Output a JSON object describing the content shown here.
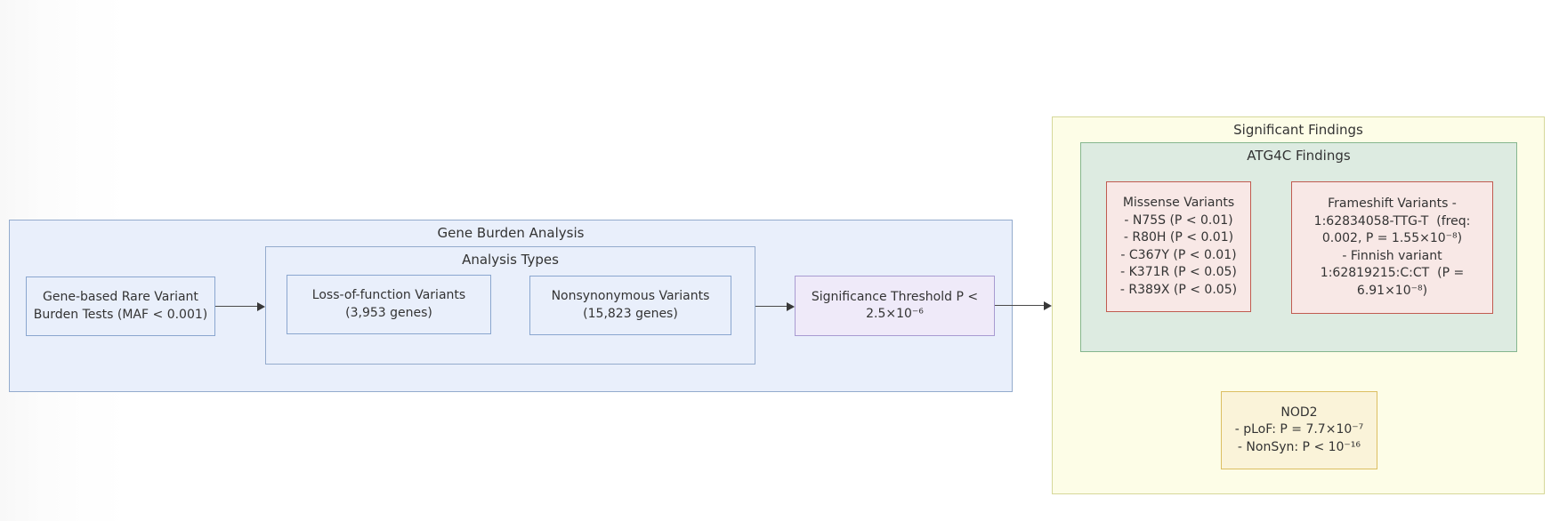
{
  "diagram": {
    "gene_burden": {
      "label": "Gene Burden Analysis",
      "gene_node": {
        "lines": [
          "Gene-based Rare Variant",
          "Burden Tests (MAF < 0.001)"
        ]
      },
      "analysis_types": {
        "label": "Analysis Types",
        "lof_node": {
          "lines": [
            "Loss-of-function Variants",
            "(3,953 genes)"
          ]
        },
        "nonsyn_node": {
          "lines": [
            "Nonsynonymous Variants",
            "(15,823 genes)"
          ]
        }
      },
      "threshold_node": {
        "lines": [
          "Significance Threshold P <",
          "2.5×10⁻⁶"
        ]
      }
    },
    "significant_findings": {
      "label": "Significant Findings",
      "atg4c": {
        "label": "ATG4C Findings",
        "missense_node": {
          "lines": [
            "Missense Variants",
            "- N75S (P < 0.01)",
            "- R80H (P < 0.01)",
            "- C367Y (P < 0.01)",
            "- K371R (P < 0.05)",
            "- R389X (P < 0.05)"
          ]
        },
        "frameshift_node": {
          "lines": [
            "Frameshift Variants -",
            "1:62834058-TTG-T  (freq:",
            "0.002, P = 1.55×10⁻⁸)",
            "- Finnish variant",
            "1:62819215:C:CT  (P =",
            "6.91×10⁻⁸)"
          ]
        }
      },
      "nod2_node": {
        "lines": [
          "NOD2",
          "- pLoF: P = 7.7×10⁻⁷",
          "- NonSyn: P < 10⁻¹⁶"
        ]
      }
    },
    "colors": {
      "blue_fill": "#e9effb",
      "blue_border": "#94abcd",
      "purple_fill": "#efeaf9",
      "purple_border": "#a89bd1",
      "yellow_fill": "#fdfde7",
      "yellow_border": "#d6d89a",
      "green_fill": "#ddebe1",
      "green_border": "#85b68e",
      "pink_fill": "#f8e8e6",
      "pink_border": "#c05b50",
      "gold_fill": "#faf3d9",
      "gold_border": "#dcbe62",
      "text": "#333333",
      "arrow": "#383838"
    }
  }
}
